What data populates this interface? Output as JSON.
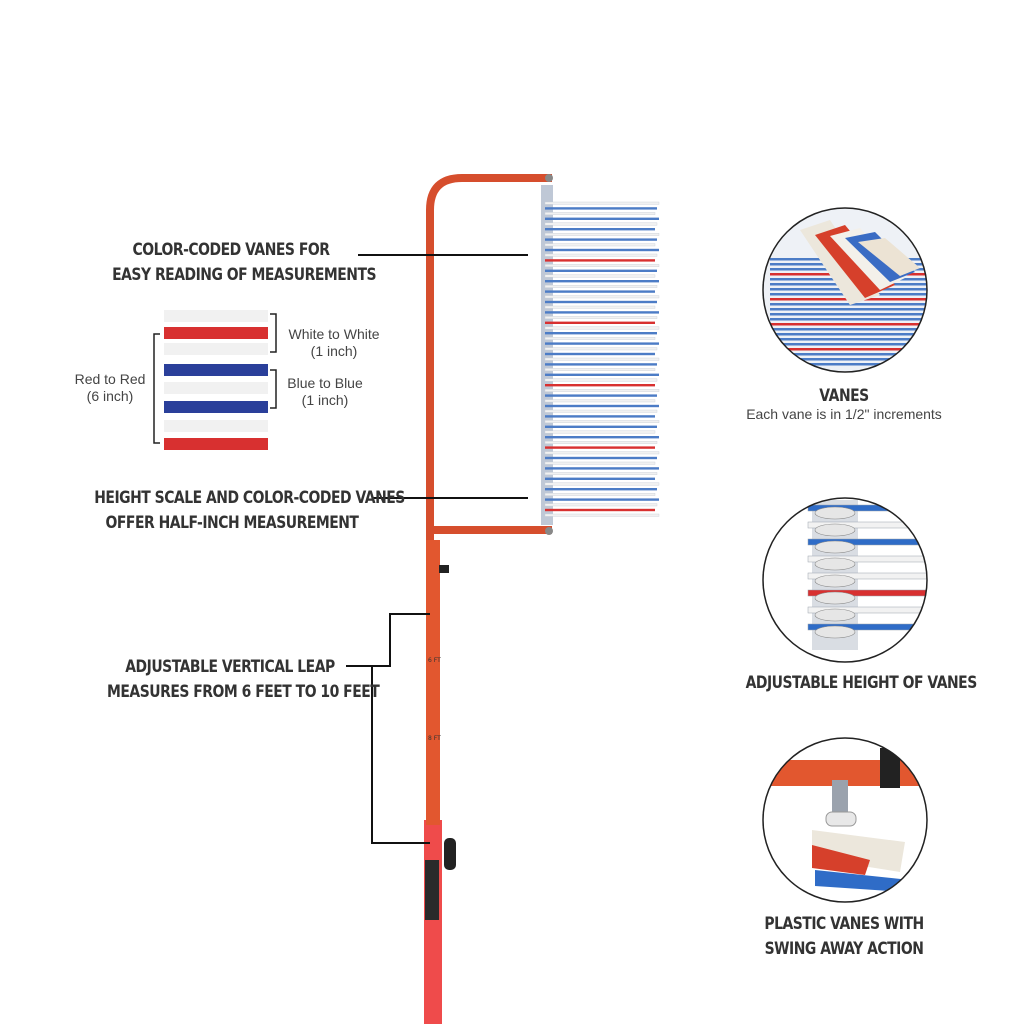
{
  "callouts": {
    "color_coded": {
      "line1": "COLOR-CODED VANES FOR",
      "line2": "EASY READING OF MEASUREMENTS"
    },
    "height_scale": {
      "line1": "HEIGHT SCALE AND COLOR-CODED VANES",
      "line2": "OFFER HALF-INCH MEASUREMENT"
    },
    "adjustable_leap": {
      "line1": "ADJUSTABLE VERTICAL LEAP",
      "line2": "MEASURES FROM 6 FEET TO 10 FEET"
    }
  },
  "legend": {
    "white_to_white": {
      "line1": "White to White",
      "line2": "(1 inch)"
    },
    "blue_to_blue": {
      "line1": "Blue to Blue",
      "line2": "(1 inch)"
    },
    "red_to_red": {
      "line1": "Red to Red",
      "line2": "(6 inch)"
    }
  },
  "features": [
    {
      "title": "VANES",
      "subtitle": "Each vane is in 1/2\" increments"
    },
    {
      "title": "ADJUSTABLE HEIGHT OF VANES"
    },
    {
      "title": "PLASTIC VANES WITH",
      "title2": "SWING AWAY ACTION"
    }
  ],
  "colors": {
    "frame": "#e2572f",
    "pole_lower": "#ef4b4b",
    "vane_red": "#d83030",
    "vane_blue": "#2a3f9a",
    "vane_light_blue": "#4c7cc6",
    "vane_white": "#f1f1f1",
    "text": "#333333"
  }
}
